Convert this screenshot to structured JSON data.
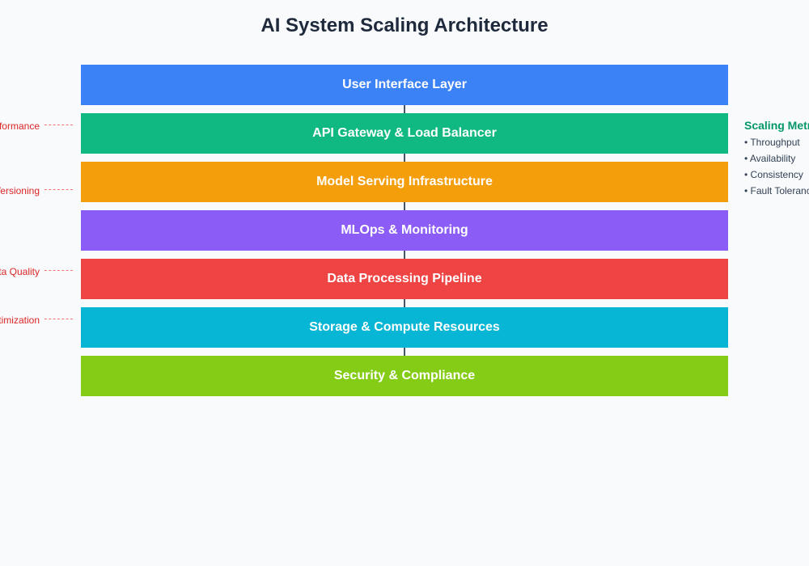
{
  "title": "AI System Scaling Architecture",
  "layers": [
    {
      "label": "User Interface Layer",
      "color": "#3b82f6"
    },
    {
      "label": "API Gateway & Load Balancer",
      "color": "#10b981"
    },
    {
      "label": "Model Serving Infrastructure",
      "color": "#f59e0b"
    },
    {
      "label": "MLOps & Monitoring",
      "color": "#8b5cf6"
    },
    {
      "label": "Data Processing Pipeline",
      "color": "#ef4444"
    },
    {
      "label": "Storage & Compute Resources",
      "color": "#06b6d4"
    },
    {
      "label": "Security & Compliance",
      "color": "#84cc16"
    }
  ],
  "side_labels": [
    {
      "text": "Performance"
    },
    {
      "text": "Versioning"
    },
    {
      "text": "Data Quality"
    },
    {
      "text": "Optimization"
    }
  ],
  "metrics": {
    "title": "Scaling Metrics",
    "items": [
      "• Throughput",
      "• Availability",
      "• Consistency",
      "• Fault Tolerance"
    ]
  },
  "colors": {
    "background": "#f8fafc",
    "title_text": "#1e293b",
    "connector": "#475569",
    "side_label_text": "#dc2626",
    "side_dash": "#f87171",
    "metrics_title": "#059669",
    "metrics_text": "#334155"
  }
}
